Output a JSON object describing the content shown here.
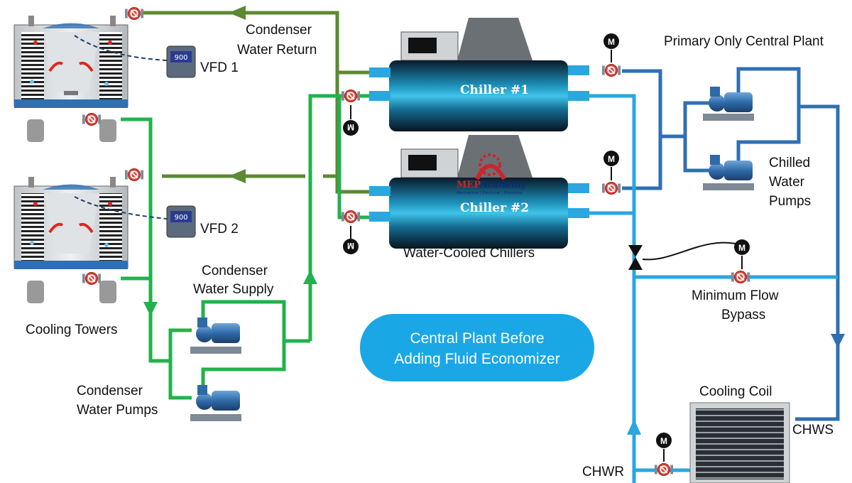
{
  "labels": {
    "title": "Primary Only Central Plant",
    "condenser_return": [
      "Condenser",
      "Water Return"
    ],
    "condenser_supply": [
      "Condenser",
      "Water Supply"
    ],
    "vfd1": "VFD 1",
    "vfd2": "VFD 2",
    "vfd_display": "900",
    "cooling_towers": "Cooling Towers",
    "condenser_pumps": [
      "Condenser",
      "Water Pumps"
    ],
    "chiller1": "Chiller #1",
    "chiller2": "Chiller  #2",
    "water_cooled_chillers": "Water-Cooled Chillers",
    "chilled_water_pumps": [
      "Chilled",
      "Water",
      "Pumps"
    ],
    "min_flow_bypass": [
      "Minimum Flow",
      "Bypass"
    ],
    "cooling_coil": "Cooling Coil",
    "chws": "CHWS",
    "chwr": "CHWR",
    "actuator": "M"
  },
  "banner": [
    "Central Plant Before",
    "Adding Fluid Economizer"
  ],
  "logo": {
    "name_a": "MEP",
    "name_b": "Academy",
    "tagline": "Mechanical | Electrical | Plumbing"
  },
  "colors": {
    "condenser_return": "#5b8a32",
    "condenser_supply": "#21b24b",
    "chilled_supply": "#2aa6e0",
    "chilled_return": "#2f6fb3",
    "valve": "#e0463c",
    "banner": "#19a7e6"
  }
}
